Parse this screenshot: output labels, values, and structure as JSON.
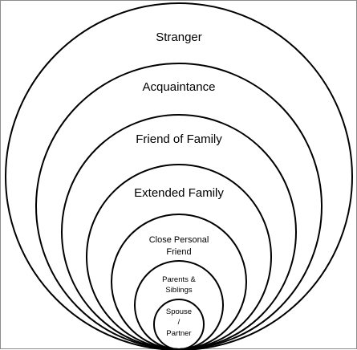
{
  "diagram": {
    "rings": [
      {
        "id": "stranger",
        "label": [
          "Stranger"
        ]
      },
      {
        "id": "acquaintance",
        "label": [
          "Acquaintance"
        ]
      },
      {
        "id": "friend-of-family",
        "label": [
          "Friend of Family"
        ]
      },
      {
        "id": "extended-family",
        "label": [
          "Extended Family"
        ]
      },
      {
        "id": "close-personal-friend",
        "label": [
          "Close Personal",
          "Friend"
        ]
      },
      {
        "id": "parents-siblings",
        "label": [
          "Parents &",
          "Siblings"
        ]
      },
      {
        "id": "spouse-partner",
        "label": [
          "Spouse",
          "/",
          "Partner"
        ]
      }
    ],
    "stroke_color": "#000000",
    "frame_color": "#8c8c8c"
  }
}
